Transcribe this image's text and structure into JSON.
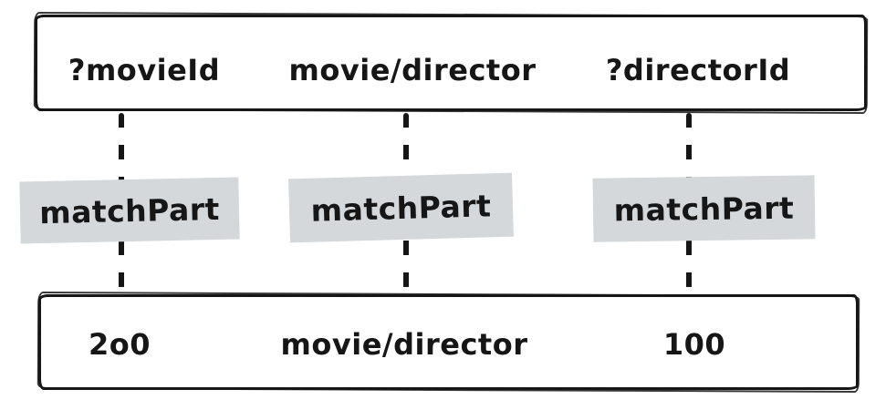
{
  "diagram": {
    "title": "triple pattern matching diagram",
    "top_row": {
      "cells": [
        {
          "label": "?movieId"
        },
        {
          "label": "movie/director"
        },
        {
          "label": "?directorId"
        }
      ]
    },
    "connectors": [
      {
        "label": "matchPart"
      },
      {
        "label": "matchPart"
      },
      {
        "label": "matchPart"
      }
    ],
    "bottom_row": {
      "cells": [
        {
          "label": "2o0"
        },
        {
          "label": "movie/director"
        },
        {
          "label": "100"
        }
      ]
    },
    "colors": {
      "stroke": "#161616",
      "connector_label_background": "#d4d8db",
      "background": "#ffffff"
    }
  }
}
